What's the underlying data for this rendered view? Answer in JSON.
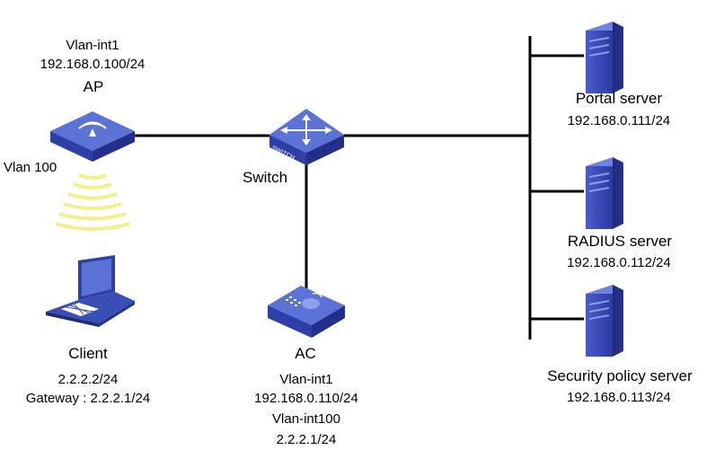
{
  "ap": {
    "vlan_int": "Vlan-int1",
    "ip": "192.168.0.100/24",
    "name": "AP",
    "vlan": "Vlan 100"
  },
  "switch": {
    "name": "Switch",
    "icon_text": "SWITCH"
  },
  "client": {
    "name": "Client",
    "ip": "2.2.2.2/24",
    "gateway": "Gateway : 2.2.2.1/24"
  },
  "ac": {
    "name": "AC",
    "vlan_int1": "Vlan-int1",
    "ip1": "192.168.0.110/24",
    "vlan_int100": "Vlan-int100",
    "ip100": "2.2.2.1/24"
  },
  "servers": [
    {
      "name": "Portal server",
      "ip": "192.168.0.111/24"
    },
    {
      "name": "RADIUS server",
      "ip": "192.168.0.112/24"
    },
    {
      "name": "Security policy server",
      "ip": "192.168.0.113/24"
    }
  ],
  "colors": {
    "device_blue": "#3a4fb5",
    "device_top": "#5b73d6",
    "server_blue": "#2f3fa8",
    "wifi_yellow": "#f3f08a",
    "link": "#000000"
  }
}
